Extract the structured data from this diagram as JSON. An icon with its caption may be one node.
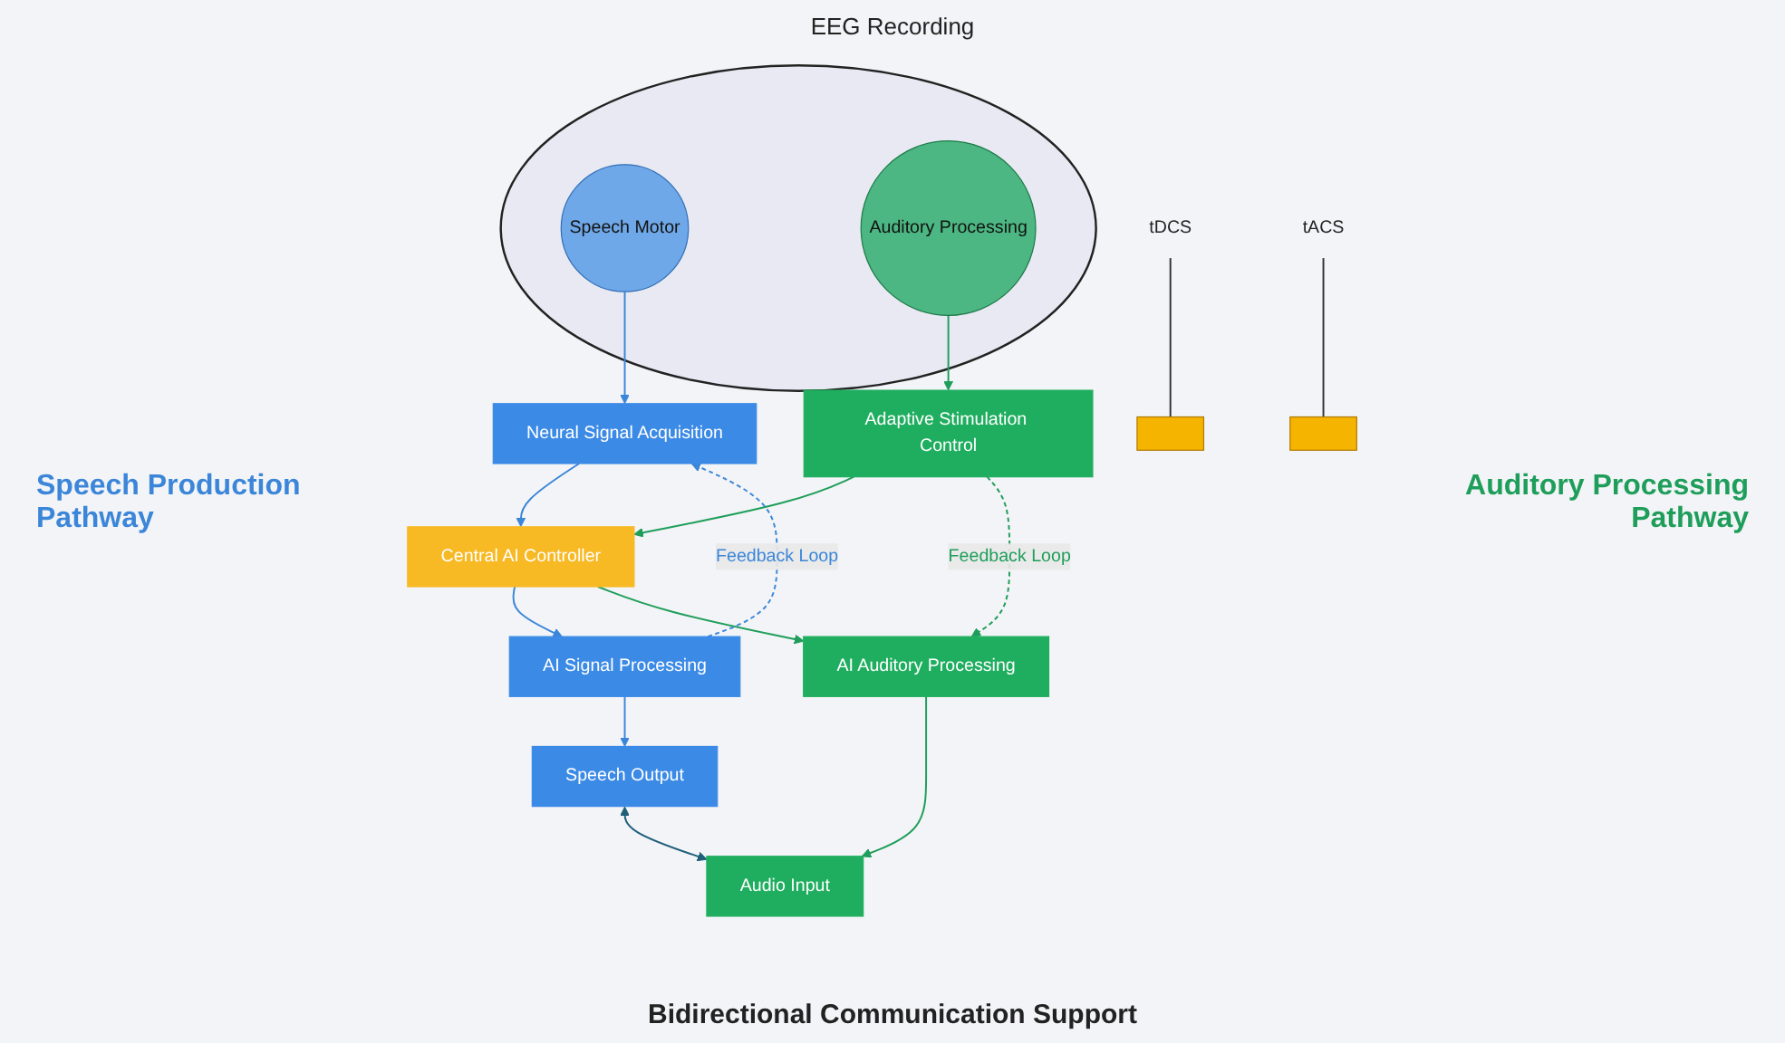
{
  "diagram": {
    "nodes": [
      {
        "text": [],
        "shape": "circle"
      },
      {
        "text": [
          "tDCS"
        ]
      },
      {
        "text": [],
        "shape": "box"
      },
      {
        "text": [],
        "shape": "box"
      },
      {
        "text": [
          "tACS"
        ]
      },
      {
        "text": [
          "Speech Motor"
        ],
        "in": 0
      },
      {
        "text": [
          "Auditory Processing"
        ],
        "in": 0
      },
      {
        "text": [
          "Neural Signal Acquisition"
        ]
      },
      {
        "text": [
          "Adaptive Stimulation Control"
        ]
      },
      {
        "text": [
          "Central AI Controller"
        ]
      },
      {
        "text": [
          "AI Signal Processing"
        ]
      },
      {
        "text": [
          "AI Auditory Processing"
        ]
      },
      {
        "text": [
          "Speech Output"
        ]
      },
      {
        "text": [
          "Audio Input"
        ]
      }
    ],
    "edges": [
      {
        "from": 1,
        "to": 2,
        "arrow": "none",
        "color": "#333333"
      },
      {
        "from": 4,
        "to": 3,
        "arrow": "none",
        "color": "#333333"
      },
      {
        "from": 5,
        "to": 7,
        "arrow": "to",
        "color": "#3b86d9"
      },
      {
        "from": 6,
        "to": 8,
        "arrow": "to",
        "color": "#1e9e5a"
      },
      {
        "from": 7,
        "to": 9,
        "arrow": "to",
        "color": "#3b86d9"
      },
      {
        "from": 8,
        "to": 9,
        "arrow": "to",
        "color": "#1e9e5a"
      },
      {
        "from": 9,
        "to": 10,
        "arrow": "to",
        "color": "#3b86d9"
      },
      {
        "from": 9,
        "to": 11,
        "arrow": "to",
        "color": "#1e9e5a"
      },
      {
        "from": 10,
        "to": 12,
        "arrow": "to",
        "color": "#3b86d9"
      },
      {
        "from": 11,
        "to": 13,
        "arrow": "to",
        "color": "#1e9e5a"
      },
      {
        "from": 12,
        "to": 13,
        "arrow": "both",
        "color": "#1f5f7a"
      },
      {
        "from": 10,
        "to": 7,
        "arrow": "to",
        "style": "dashed",
        "label": "Feedback Loop",
        "color": "#3b86d9"
      },
      {
        "from": 8,
        "to": 11,
        "arrow": "to",
        "style": "dashed",
        "label": "Feedback Loop",
        "color": "#1e9e5a"
      }
    ],
    "labels": [
      "EEG Recording",
      "Speech Production Pathway",
      "Auditory Processing Pathway",
      "Bidirectional Communication Support"
    ]
  }
}
